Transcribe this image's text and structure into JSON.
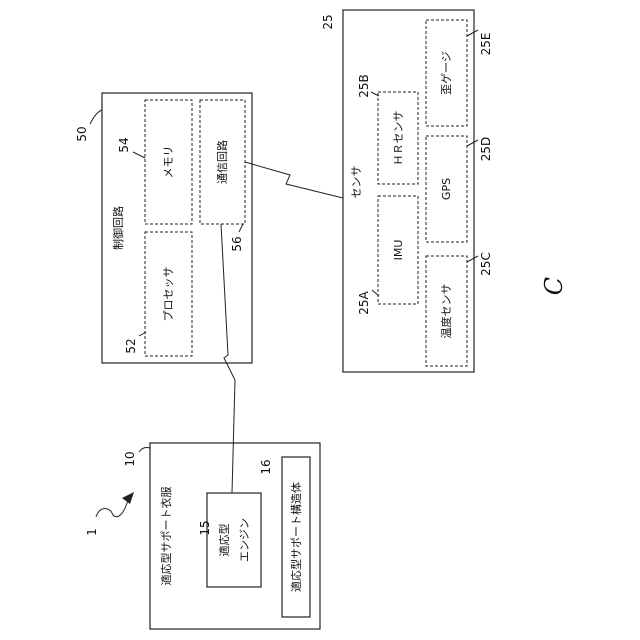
{
  "figure_label": "C",
  "system": {
    "ref": "1"
  },
  "garment": {
    "ref": "10",
    "title": "適応型サポート衣服",
    "engine": {
      "ref": "15",
      "line1": "適応型",
      "line2": "エンジン"
    },
    "structure": {
      "ref": "16",
      "label": "適応型サポート構造体"
    }
  },
  "control_circuit": {
    "ref": "50",
    "title": "制御回路",
    "memory": {
      "ref": "54",
      "label": "メモリ"
    },
    "comm": {
      "ref": "56",
      "label": "通信回路"
    },
    "processor": {
      "ref": "52",
      "label": "プロセッサ"
    }
  },
  "sensors": {
    "ref": "25",
    "title": "センサ",
    "imu": {
      "ref": "25A",
      "label": "IMU"
    },
    "hr": {
      "ref": "25B",
      "label": "ＨＲセンサ"
    },
    "temp": {
      "ref": "25C",
      "label": "温度センサ"
    },
    "gps": {
      "ref": "25D",
      "label": "GPS"
    },
    "strain": {
      "ref": "25E",
      "label": "歪ゲージ"
    }
  }
}
